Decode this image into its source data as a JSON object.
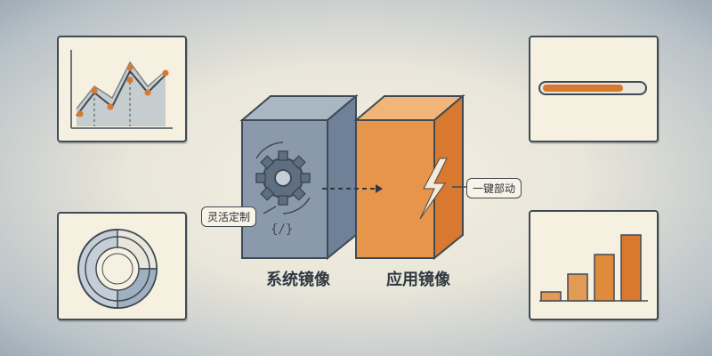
{
  "blocks": {
    "system": {
      "label": "系统镜像",
      "callout": "灵活定制",
      "color": "#7f90a2"
    },
    "app": {
      "label": "应用镜像",
      "callout": "一键部动",
      "color": "#e08a3c"
    }
  },
  "icons": [
    "line-chart-icon",
    "donut-chart-icon",
    "progress-bar-icon",
    "bar-chart-icon",
    "gear-icon",
    "code-icon",
    "lightning-icon",
    "dashed-arrow-icon"
  ],
  "colors": {
    "accent_orange": "#d9782f",
    "slate_blue": "#8fa0b2",
    "ink": "#3f4a55"
  }
}
